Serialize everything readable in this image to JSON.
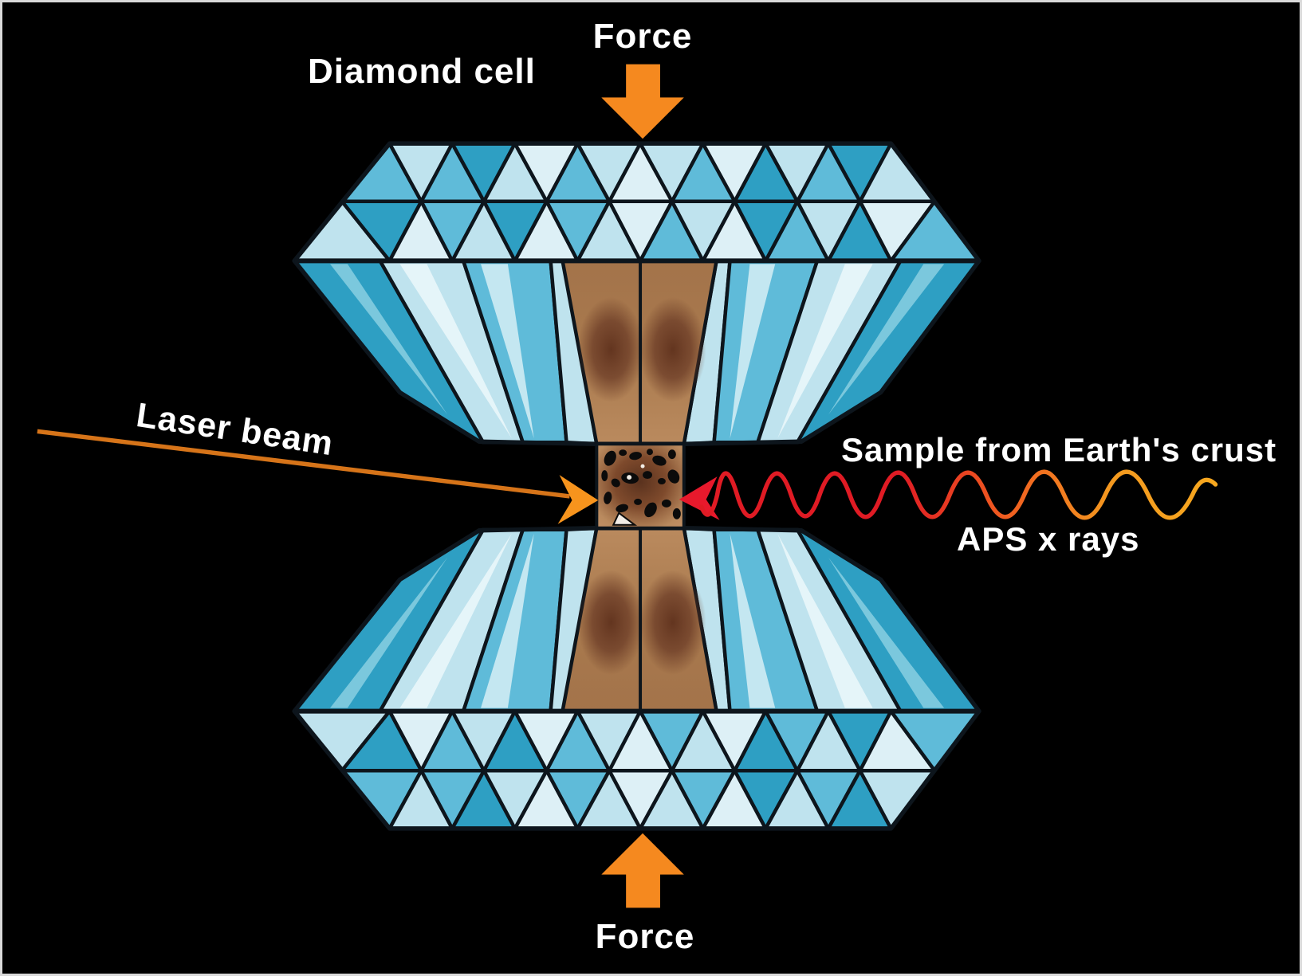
{
  "figure": {
    "description": "Diamond anvil cell schematic: two faceted diamonds squeezed together by force, compressing a rock sample probed by a laser beam and APS x rays",
    "background_color": "#000000",
    "border_color": "#d9d9d9"
  },
  "labels": {
    "force_top": "Force",
    "diamond_cell": "Diamond cell",
    "laser_beam": "Laser beam",
    "sample_source": "Sample from Earth's crust",
    "xrays": "APS x rays",
    "force_bottom": "Force"
  },
  "colors": {
    "force_arrow": "#F5891F",
    "laser_beam": "#D67419",
    "laser_arrowhead": "#F7941D",
    "xray_red": "#E01B24",
    "xray_orange": "#F49A1F",
    "diamond_mid_blue": "#5FBBD9",
    "diamond_light_blue": "#BFE3EE",
    "diamond_pale": "#DDF0F6",
    "diamond_teal": "#2E9FC3",
    "facet_outline": "#0d151c",
    "gasket_brown": "#AF7E52",
    "gasket_dark_blob": "#6B3B26",
    "sample_center": "#5A321E",
    "sample_edge": "#C29067",
    "label_text": "#FFFFFF"
  },
  "icons": {
    "force_arrow_down": "orange block arrow pointing down",
    "force_arrow_up": "orange block arrow pointing up",
    "laser_arrowhead": "orange swept arrowhead pointing right",
    "xray_arrowhead": "red swept arrowhead pointing left",
    "xray_wave": "sinusoidal wave, red near sample fading to orange"
  }
}
